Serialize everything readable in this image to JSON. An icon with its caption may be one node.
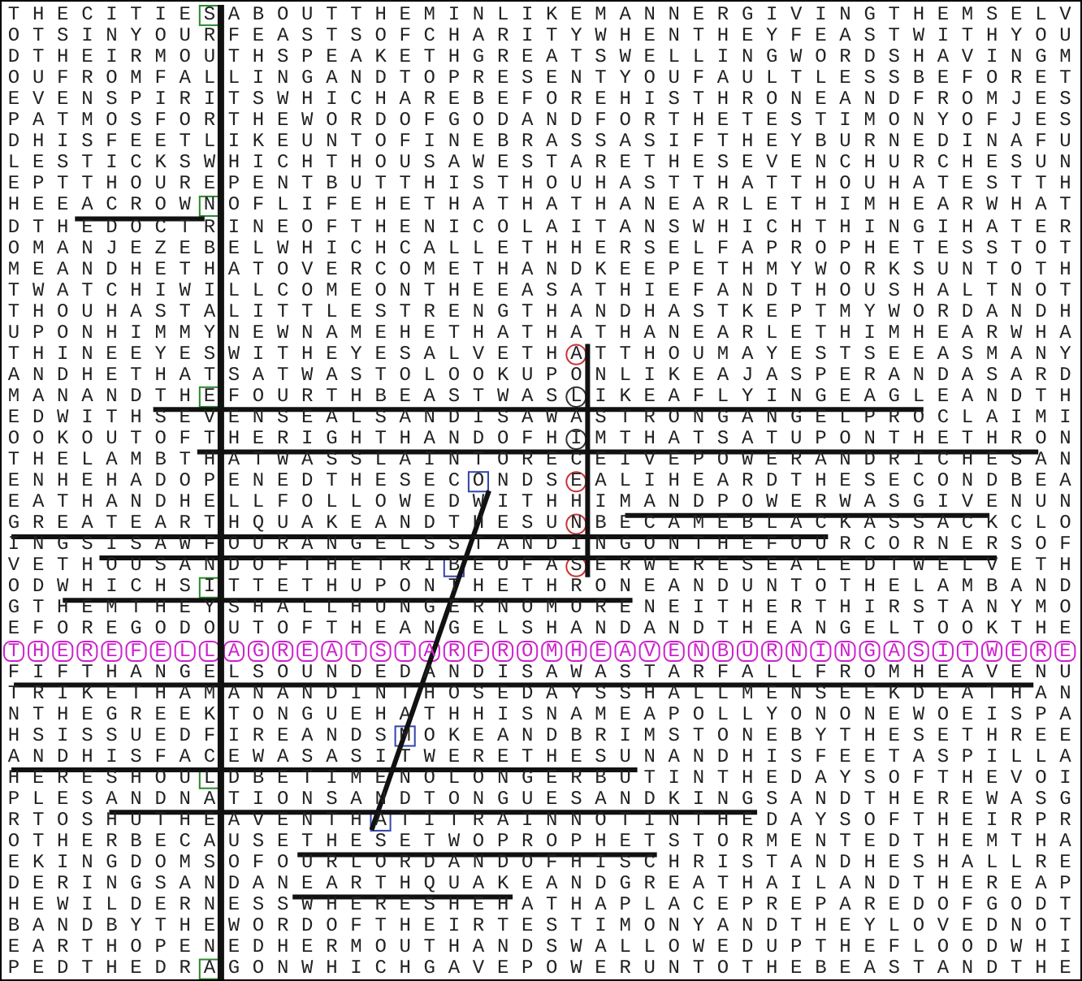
{
  "diagram": {
    "labels": [
      "THECITIESABOUTTHEMINLIKEMANNERGIVINGTHEMSELV",
      "OTSINYOURFEASTSOFCHARITYWHENTHEYFEASTWITHYOU",
      "DTHEIRMOUTHSPEAKETHGREATSWELLINGWORDSHAVINGM",
      "OUFROMFALLINGANDTOPRESENTYOUFAULTLESSBEFORET",
      "EVENSPIRITSWHICHAREBEFOREHISTHRONEANDFROMJES",
      "PATMOSFORTHEWORDOFGODANDFORTHETESTIMONYOFJES",
      "DHISFEETLIKEUNTOFINEBRASSASIFTHEYBURNEDINAFU",
      "LESTICKSWHICHTHOUSAWESTARETHESEVENCHURCHESUN",
      "EPTTHOUREPENTBUTTHISTHOUHASTTHATTHOUHATESTTH",
      "HEEACROWNOFLIFEHETHATHATHANEARLETHIMHEARWHAT",
      "DTHEDOCTRINEOFTHENICOLAITANSWHICHTHINGIHATER",
      "OMANJEZEBELWHICHCALLETHHERSELFAPROPHETESSTOT",
      "MEANDHETHATOVERCOMETHANDKEEPETHMYWORKSUNTOTH",
      "TWATCHIWILLCOMEONTHEEASATHIEFANDTHOUSHALTNOT",
      "THOUHASTALITTLESTRENGTHANDHASTKEPTMYWORDANDH",
      "UPONHIMMYNEWNAMEHETHATHATHANEARLETHIMHEARWHA",
      "THINEEYESWITHEYESALVETHATTHOUMAYESTSEEASMANY",
      "ANDHETHATSATWASTOLOOKUPONLIKEAJASPERANDASARD",
      "MANANDTHEFOURTHBEASTWASLIKEAFLYINGEAGLEANDTH",
      "EDWITHSEVENSEALSANDISAWASTRONGANGELPROCLAIMI",
      "OOKOUTOFTHERIGHTHANDOFHIMTHATSATUPONTHETHRON",
      "THELAMBTHATWASSLAINTORECEIVEPOWERANDRICHESAN",
      "ENHEHADOPENEDTHESECONDSEALIHEARDTHESECONDBEA",
      "EATHANDHELLFOLLOWEDWITHHIMANDPOWERWASGIVENUN",
      "GREATEARTHQUAKEANDTHESUNBECAMEBLACKASSACKCLO",
      "INGSISAWFOURANGELSSTANDINGONTHEFOURCORNERSOF",
      "VETHOUSANDOFTHETRIBEOFASERWERESEALEDTWELVETH",
      "ODWHICHSITTETHUPONTHETHRONEANDUNTOTHELAMBAND",
      "GTHEMTHEYSHALLHUNGERNOMORENEITHERTHIRSTANYMO",
      "EFOREGODOUTOFTHEANGELSHANDANDTHEANGELTOOKTHE",
      "THEREFELLAGREATSTARFROMHEAVENBURNINGASITWERE",
      "FIFTHANGELSOUNDEDANDISAWASTARFALLFROMHEAVENU",
      "TRIKETHAMANANDINTHOSEDAYSSHALLMENSEEKDEATHAN",
      "NTHEGREEKTONGUEHATHHISNAMEAPOLLYONONEWOEISPA",
      "HSISSUEDFIREANDSMOKEANDBRIMSTONEBYTHESETHREE",
      "ANDHISFACEWASASITWERETHESUNANDHISFEETASPILLA",
      "HERESHOULDBETIMENOLONGERBUTINTHEDAYSOFTHEVOI",
      "PLESANDNATIONSANDTONGUESANDKINGSANDTHEREWASG",
      "RTOSHUTHEAVENTHATITRAINNOTINTHEDAYSOFTHEIRPR",
      "OTHERBECAUSETHESETWOPROPHETSTORMENTEDTHEMTHA",
      "EKINGDOMSOFOURLORDANDOFHISCHRISTANDHESHALLRE",
      "DERINGSANDANEARTHQUAKEANDGREATHAILANDTHEREAP",
      "HEWILDERNESSWHERESHEHATHAPLACEPREPAREDOFGODT",
      "BANDBYTHEWORDOFTHEIRTESTIMONYANDTHEYLOVEDNOT",
      "EARTHOPENEDHERMOUTHANDSWALLOWEDUPTHEFLOODWHI",
      "PEDTHEDRAGONWHICHGAVEPOWERUNTOTHEBEASTANDTHE"
    ]
  }
}
